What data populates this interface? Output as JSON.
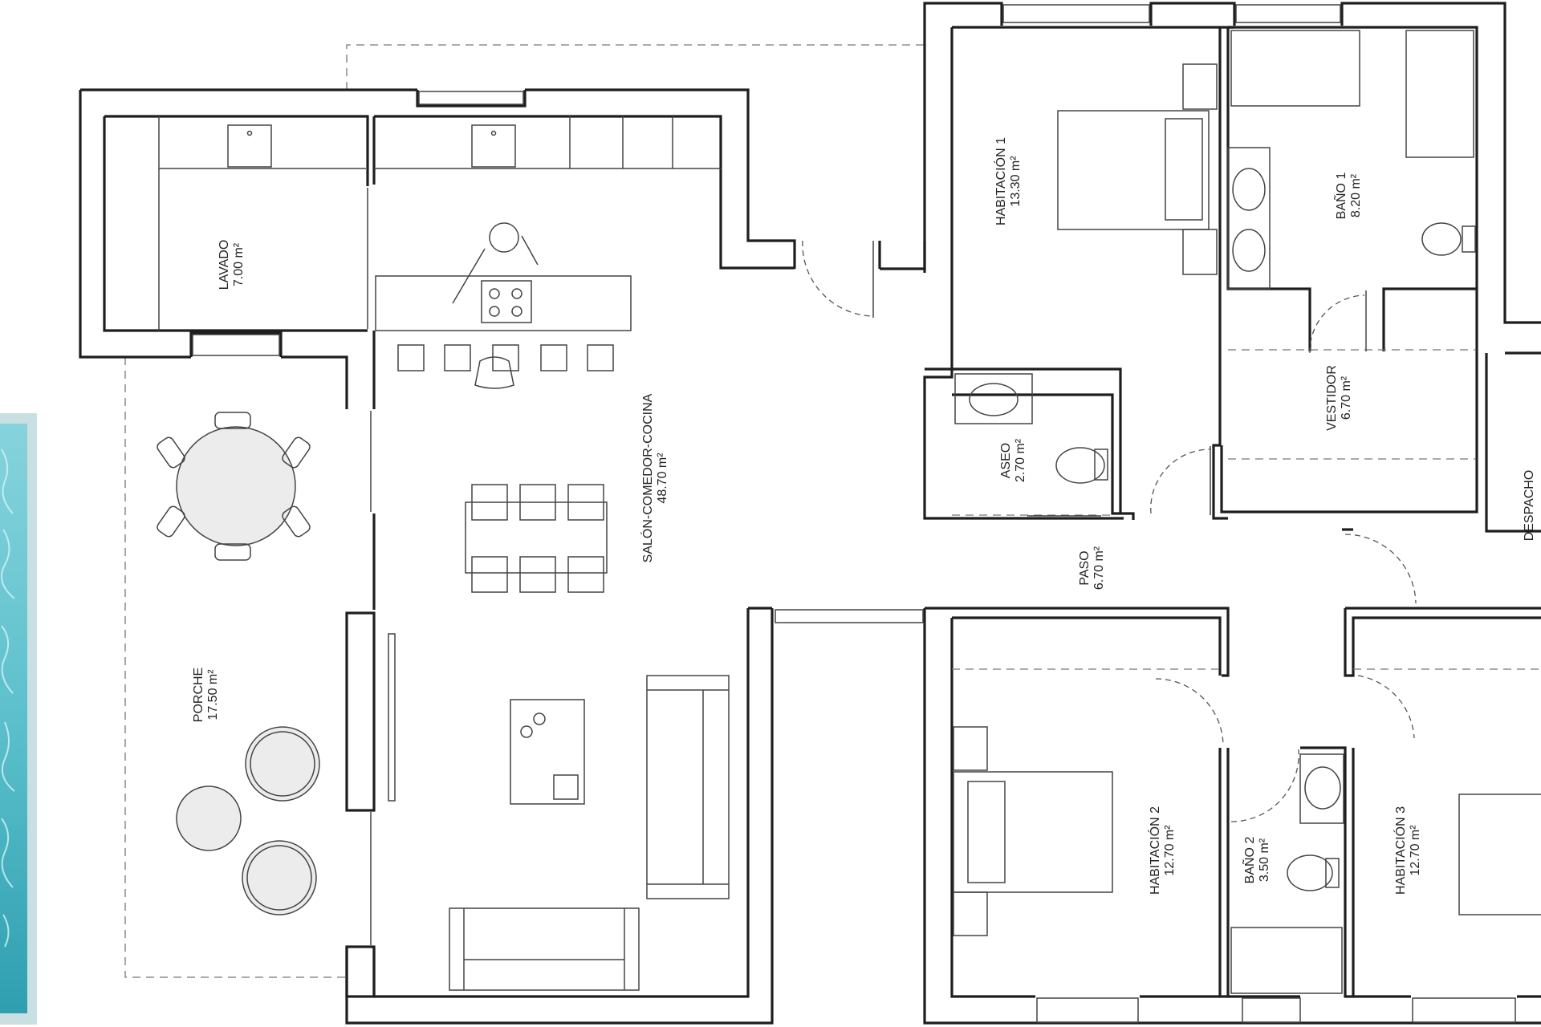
{
  "plan": {
    "rooms": [
      {
        "id": "lavado",
        "name": "LAVADO",
        "area": "7.00 m²"
      },
      {
        "id": "salon",
        "name": "SALÓN-COMEDOR-COCINA",
        "area": "48.70 m²"
      },
      {
        "id": "porche",
        "name": "PORCHE",
        "area": "17.50 m²"
      },
      {
        "id": "habitacion1",
        "name": "HABITACIÓN 1",
        "area": "13.30 m²"
      },
      {
        "id": "bano1",
        "name": "BAÑO 1",
        "area": "8.20 m²"
      },
      {
        "id": "vestidor",
        "name": "VESTIDOR",
        "area": "6.70 m²"
      },
      {
        "id": "aseo",
        "name": "ASEO",
        "area": "2.70 m²"
      },
      {
        "id": "paso",
        "name": "PASO",
        "area": "6.70 m²"
      },
      {
        "id": "despacho",
        "name": "DESPACHO",
        "area": ""
      },
      {
        "id": "habitacion2",
        "name": "HABITACIÓN 2",
        "area": "12.70 m²"
      },
      {
        "id": "bano2",
        "name": "BAÑO 2",
        "area": "3.50 m²"
      },
      {
        "id": "habitacion3",
        "name": "HABITACIÓN 3",
        "area": "12.70 m²"
      }
    ],
    "colors": {
      "wall": "#1e1e1e",
      "pool": "#7fcfd8",
      "pool_dark": "#3fa9b8",
      "pool_border": "#c8dde0"
    }
  }
}
